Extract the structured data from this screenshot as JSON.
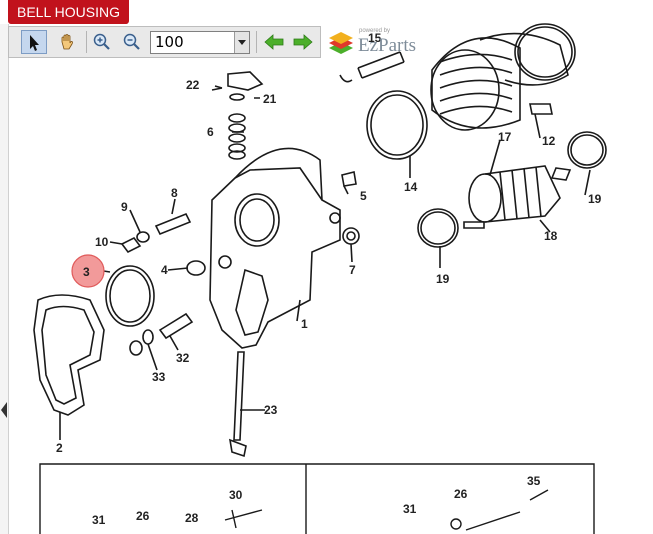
{
  "title": "BELL HOUSING",
  "toolbar": {
    "zoom_value": "100",
    "icons": [
      "pointer-icon",
      "hand-icon",
      "zoom-in-icon",
      "zoom-out-icon",
      "prev-arrow-icon",
      "next-arrow-icon"
    ]
  },
  "logo": {
    "powered_by": "powered by",
    "name": "EzParts"
  },
  "callouts": {
    "c1": "1",
    "c2": "2",
    "c3": "3",
    "c4": "4",
    "c5": "5",
    "c6": "6",
    "c7": "7",
    "c8": "8",
    "c9": "9",
    "c10": "10",
    "c12": "12",
    "c14": "14",
    "c15": "15",
    "c17": "17",
    "c18": "18",
    "c19a": "19",
    "c19b": "19",
    "c21": "21",
    "c22": "22",
    "c23": "23",
    "c26a": "26",
    "c26b": "26",
    "c28": "28",
    "c30": "30",
    "c31a": "31",
    "c31b": "31",
    "c32": "32",
    "c33": "33",
    "c35": "35"
  },
  "colors": {
    "title_bg": "#c1121c",
    "highlight": "#f08a8a",
    "arrow_green": "#4caf2a"
  }
}
